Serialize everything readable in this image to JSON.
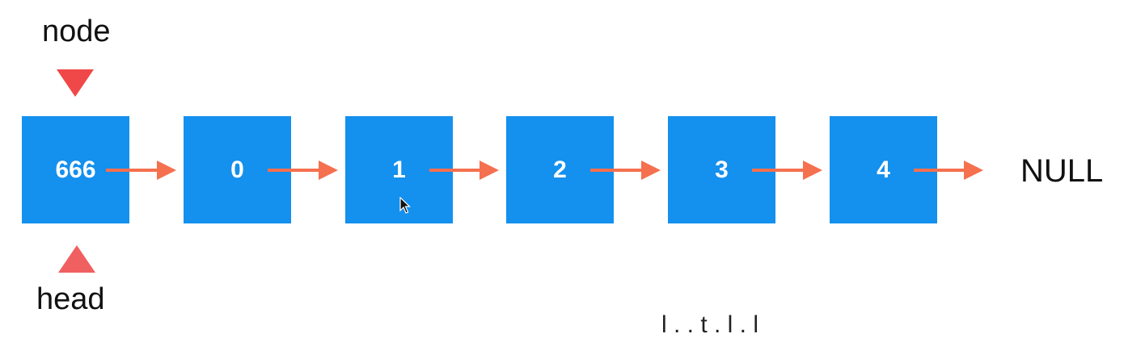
{
  "pointers": {
    "node_label": "node",
    "head_label": "head",
    "node_color": "#f04848",
    "head_color": "#f06060"
  },
  "nodes": [
    {
      "value": "666"
    },
    {
      "value": "0"
    },
    {
      "value": "1"
    },
    {
      "value": "2"
    },
    {
      "value": "3"
    },
    {
      "value": "4"
    }
  ],
  "terminal_label": "NULL",
  "colors": {
    "node_fill": "#1490ee",
    "arrow": "#f5704f"
  },
  "icons": {
    "cursor": "mouse-pointer-icon"
  },
  "bottom_partial_text": "l  . . t  . l . l"
}
